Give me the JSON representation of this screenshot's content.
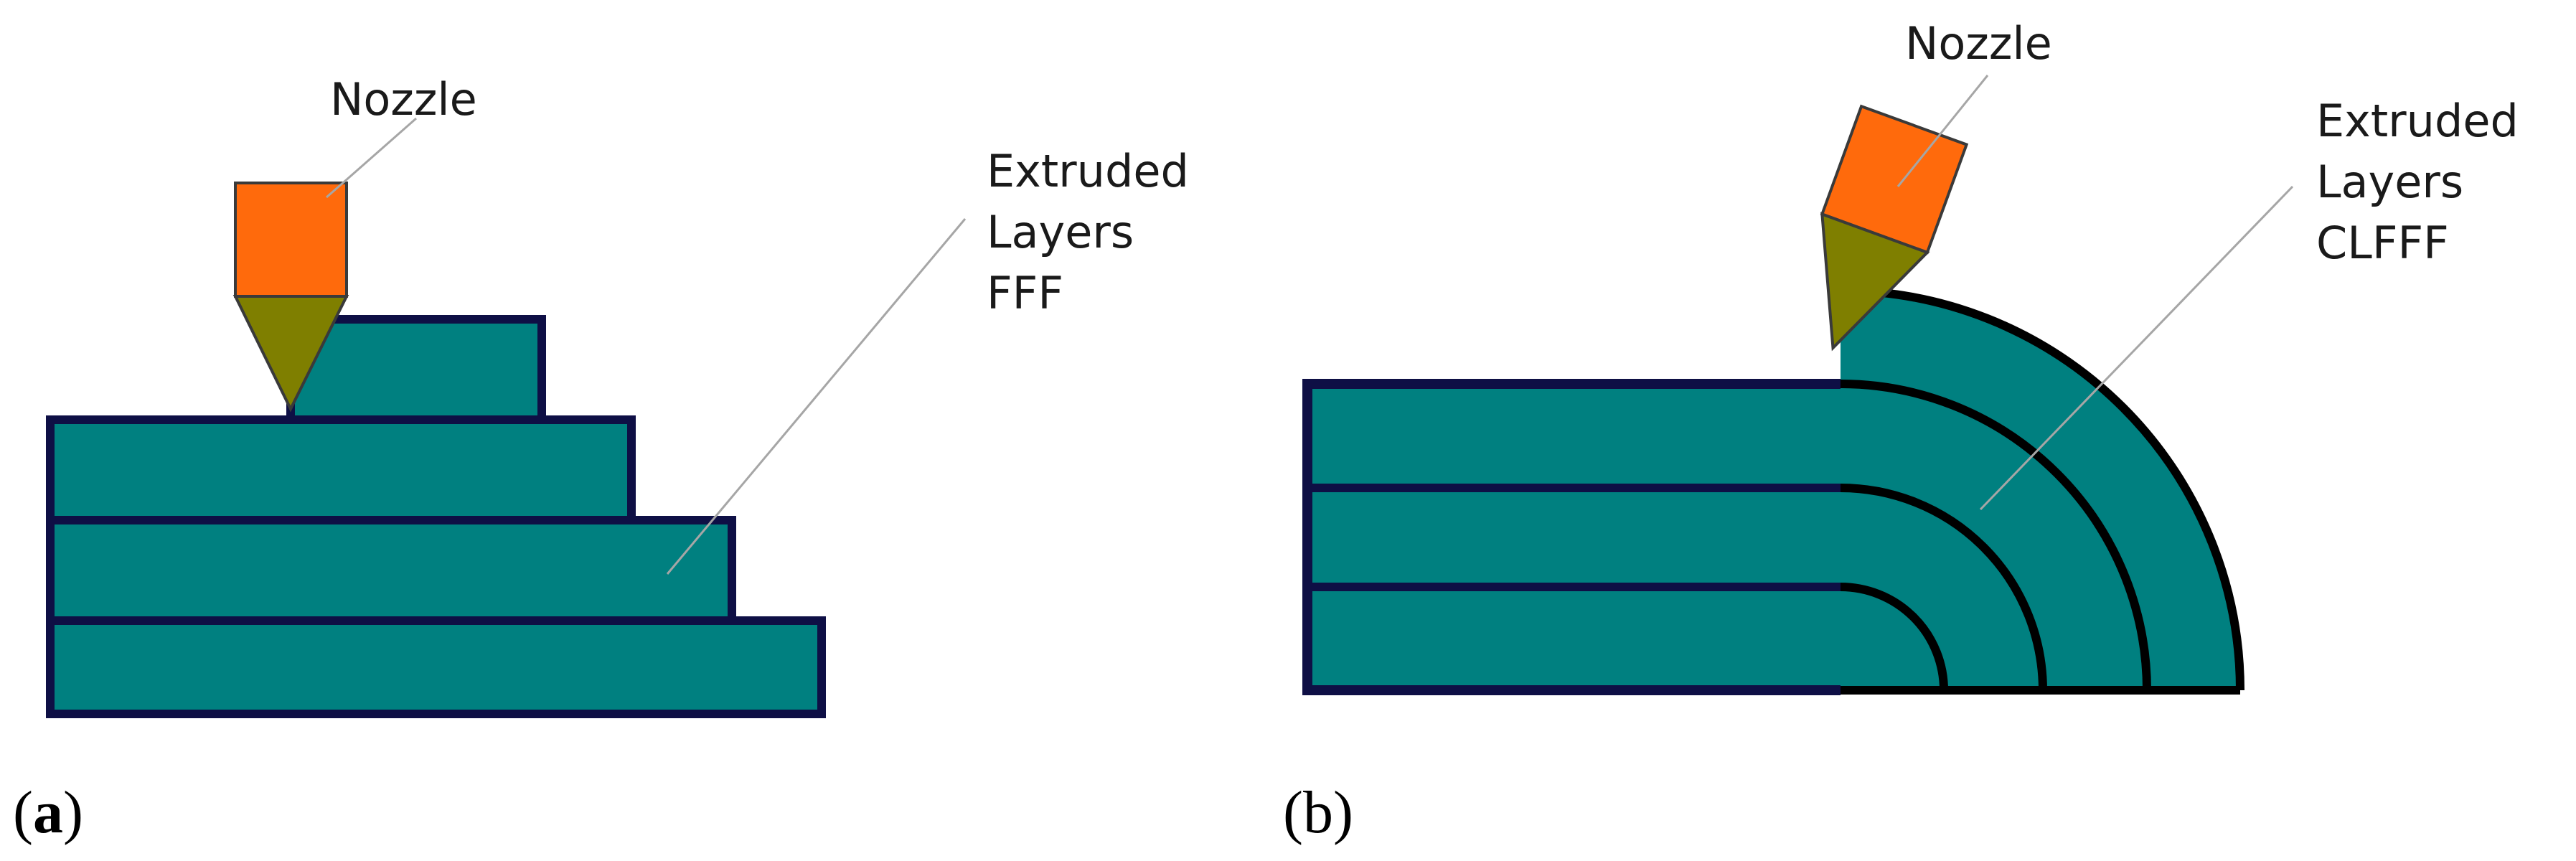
{
  "panel_a": {
    "label_open": "(",
    "label_letter": "a",
    "label_close": ")",
    "nozzle_label": "Nozzle",
    "layers_label": [
      "Extruded",
      "Layers",
      "FFF"
    ]
  },
  "panel_b": {
    "label": "(b)",
    "nozzle_label": "Nozzle",
    "layers_label": [
      "Extruded",
      "Layers",
      "CLFFF"
    ]
  },
  "colors": {
    "layer_fill": "#008080",
    "layer_stroke": "#0e0f45",
    "nozzle_body": "#ff6a0c",
    "nozzle_tip": "#7f7f00"
  }
}
